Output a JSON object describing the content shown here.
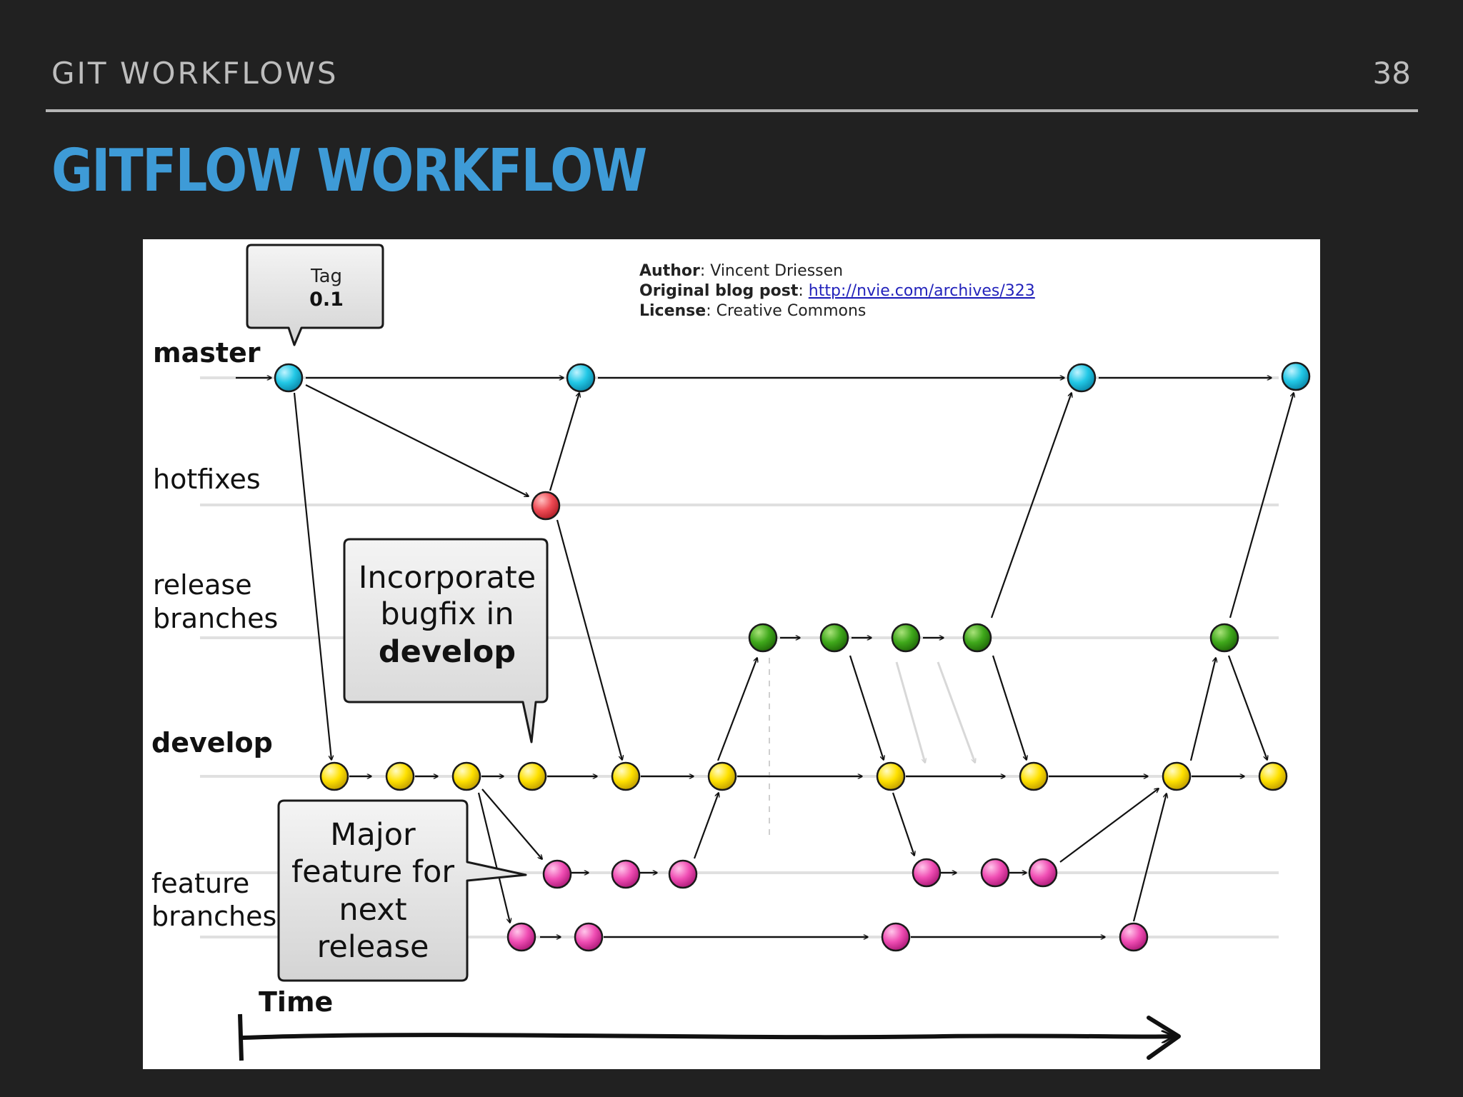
{
  "slide": {
    "section_label": "GIT WORKFLOWS",
    "page_number": "38",
    "title": "GITFLOW WORKFLOW"
  },
  "diagram": {
    "branch_labels": {
      "master": "master",
      "hotfixes": "hotfixes",
      "release_line1": "release",
      "release_line2": "branches",
      "develop": "develop",
      "feature_line1": "feature",
      "feature_line2": "branches"
    },
    "tag_callout": {
      "line1": "Tag",
      "line2": "0.1"
    },
    "bugfix_callout": {
      "line1": "Incorporate",
      "line2": "bugfix in",
      "line3": "develop"
    },
    "feature_callout": {
      "line1": "Major",
      "line2": "feature for",
      "line3": "next",
      "line4": "release"
    },
    "credits": {
      "author_label": "Author",
      "author_value": ": Vincent Driessen",
      "blog_label": "Original blog post",
      "blog_sep": ": ",
      "blog_url": "http://nvie.com/archives/323",
      "license_label": "License",
      "license_value": ": Creative Commons"
    },
    "time_label": "Time",
    "colors": {
      "master": "#22c8e6",
      "hotfix": "#ee4b55",
      "release": "#3fa81b",
      "develop": "#ffe100",
      "feature": "#f04eb4",
      "link": "#2222bb"
    }
  }
}
